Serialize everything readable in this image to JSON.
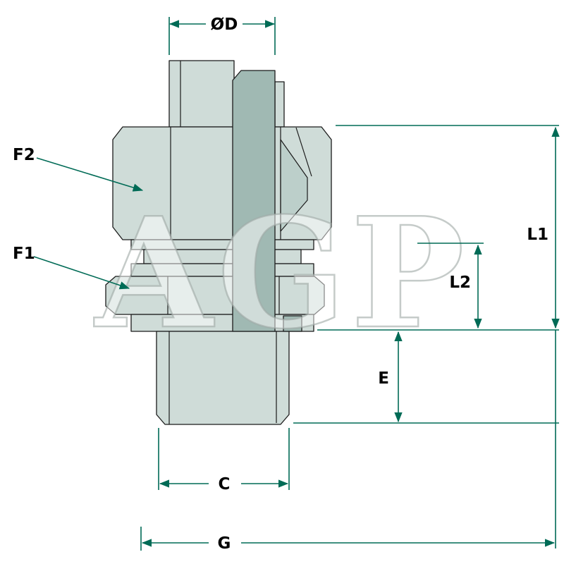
{
  "watermark": "AGP",
  "labels": {
    "diameter": "ØD",
    "f2": "F2",
    "f1": "F1",
    "l1": "L1",
    "l2": "L2",
    "e": "E",
    "c": "C",
    "g": "G"
  },
  "colors": {
    "dimension_line": "#006b56",
    "body_light": "#cfdcd8",
    "body_medium": "#bccfca",
    "body_dark": "#a0b9b3",
    "outline": "#1b1b1b",
    "background": "#ffffff",
    "watermark_gray": "#d9dedd"
  }
}
